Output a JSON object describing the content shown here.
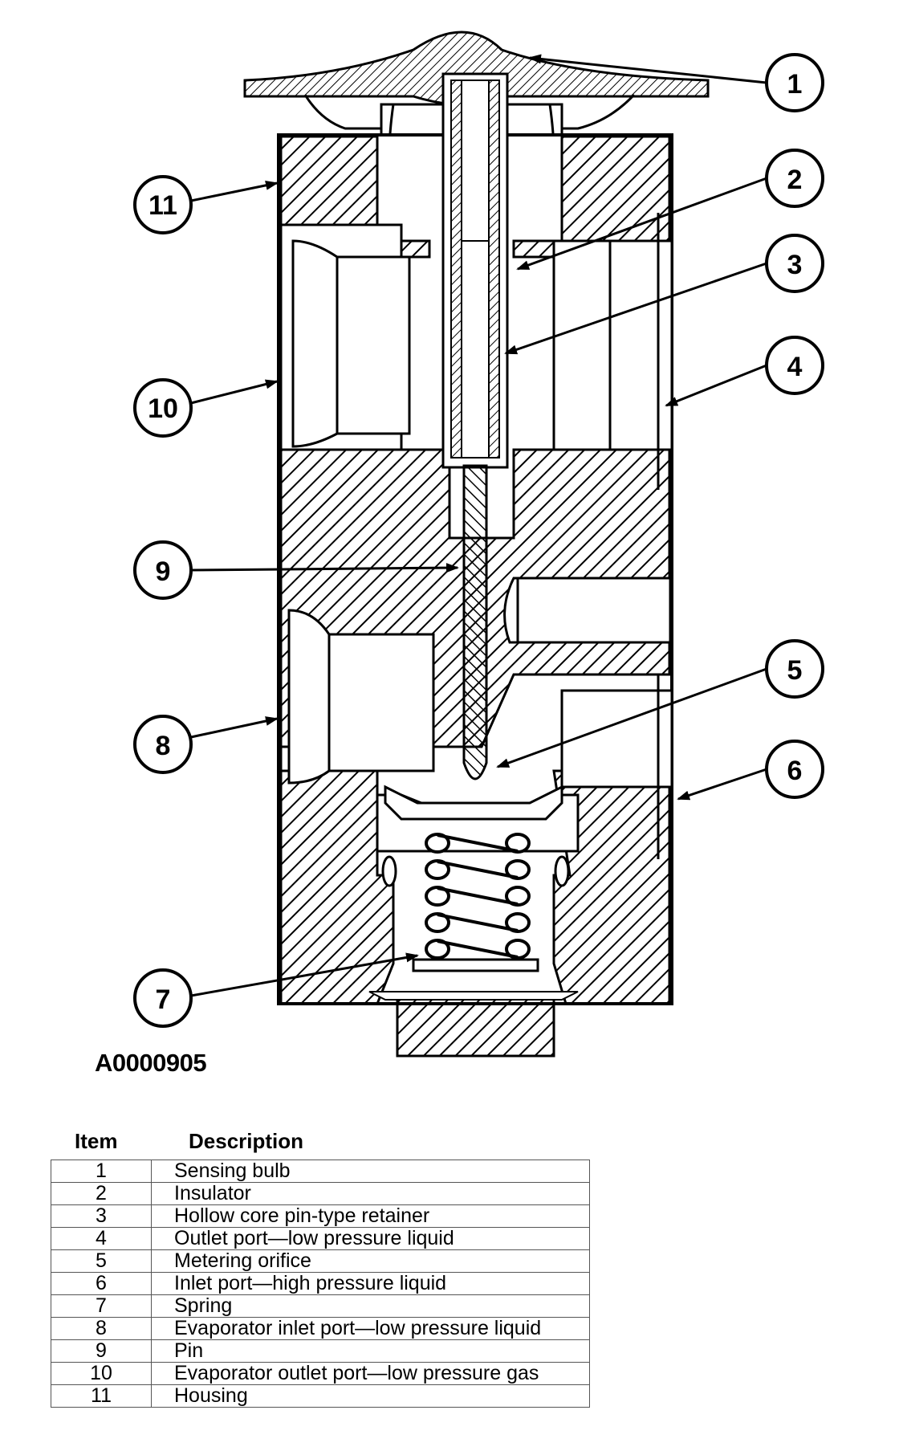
{
  "figure_id": "A0000905",
  "callouts": [
    "1",
    "2",
    "3",
    "4",
    "5",
    "6",
    "7",
    "8",
    "9",
    "10",
    "11"
  ],
  "legend": {
    "header_item": "Item",
    "header_description": "Description",
    "rows": [
      {
        "item": "1",
        "description": "Sensing bulb"
      },
      {
        "item": "2",
        "description": "Insulator"
      },
      {
        "item": "3",
        "description": "Hollow core pin-type retainer"
      },
      {
        "item": "4",
        "description": "Outlet port—low pressure liquid"
      },
      {
        "item": "5",
        "description": "Metering orifice"
      },
      {
        "item": "6",
        "description": "Inlet port—high pressure liquid"
      },
      {
        "item": "7",
        "description": "Spring"
      },
      {
        "item": "8",
        "description": "Evaporator inlet port—low pressure liquid"
      },
      {
        "item": "9",
        "description": "Pin"
      },
      {
        "item": "10",
        "description": "Evaporator outlet port—low pressure gas"
      },
      {
        "item": "11",
        "description": "Housing"
      }
    ]
  }
}
